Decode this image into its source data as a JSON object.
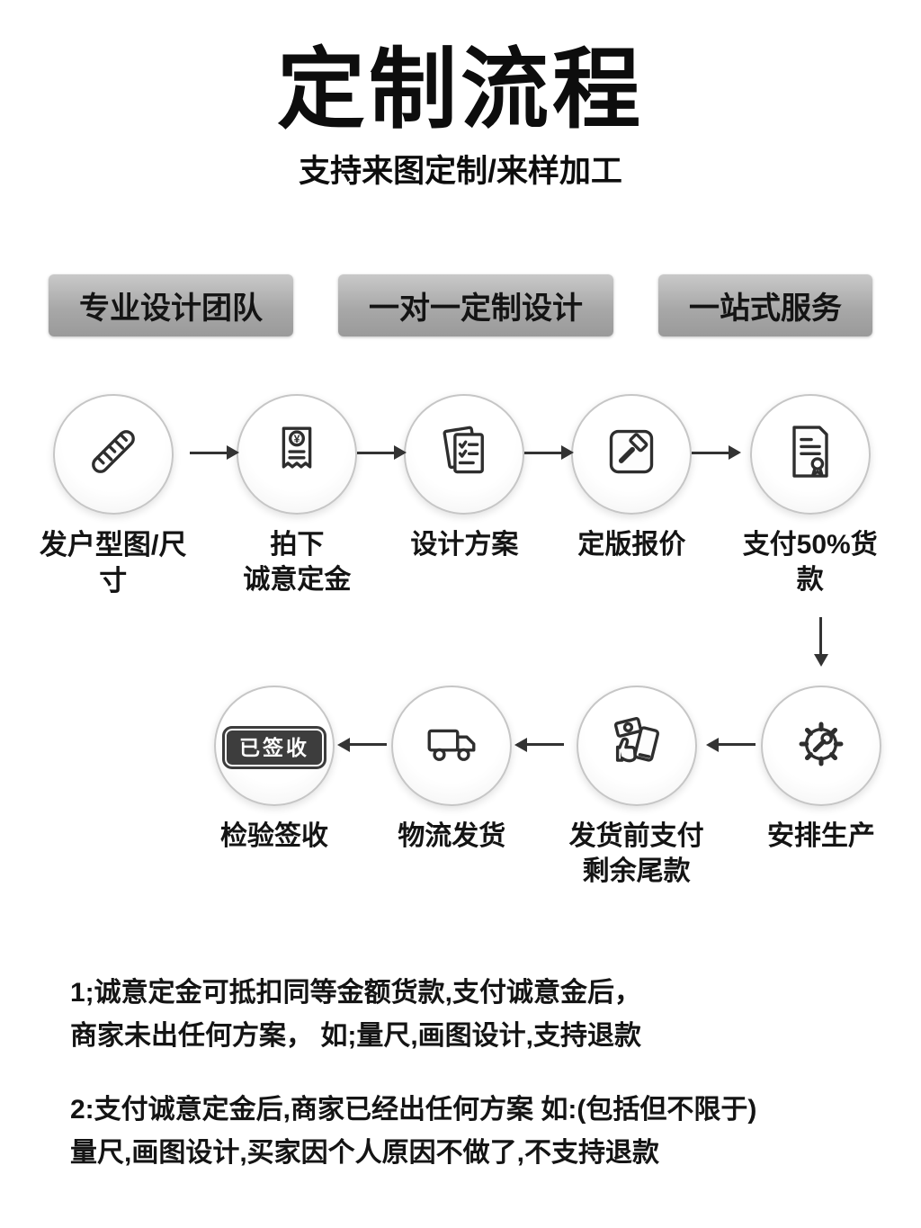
{
  "page": {
    "title": "定制流程",
    "subtitle": "支持来图定制/来样加工"
  },
  "badges": [
    {
      "label": "专业设计团队"
    },
    {
      "label": "一对一定制设计"
    },
    {
      "label": "一站式服务"
    }
  ],
  "flow": {
    "row1": [
      {
        "icon": "ruler-icon",
        "label": "发户型图/尺寸"
      },
      {
        "icon": "deposit-receipt-icon",
        "label": "拍下\n诚意定金"
      },
      {
        "icon": "design-plan-icon",
        "label": "设计方案"
      },
      {
        "icon": "finalize-quote-icon",
        "label": "定版报价"
      },
      {
        "icon": "contract-payment-icon",
        "label": "支付50%货款"
      }
    ],
    "row2": [
      {
        "icon": "signed-stamp-icon",
        "label": "检验签收",
        "stamp_text": "已签收"
      },
      {
        "icon": "delivery-truck-icon",
        "label": "物流发货"
      },
      {
        "icon": "payment-hand-icon",
        "label": "发货前支付\n剩余尾款"
      },
      {
        "icon": "production-gear-icon",
        "label": "安排生产"
      }
    ]
  },
  "notes": [
    "1;诚意定金可抵扣同等金额货款,支付诚意金后，\n商家未出任何方案， 如;量尺,画图设计,支持退款",
    "2:支付诚意定金后,商家已经出任何方案 如:(包括但不限于)\n量尺,画图设计,买家因个人原因不做了,不支持退款"
  ],
  "colors": {
    "badge_gray": "#a8a8a8",
    "line_dark": "#333333",
    "text": "#141414",
    "background": "#ffffff"
  }
}
